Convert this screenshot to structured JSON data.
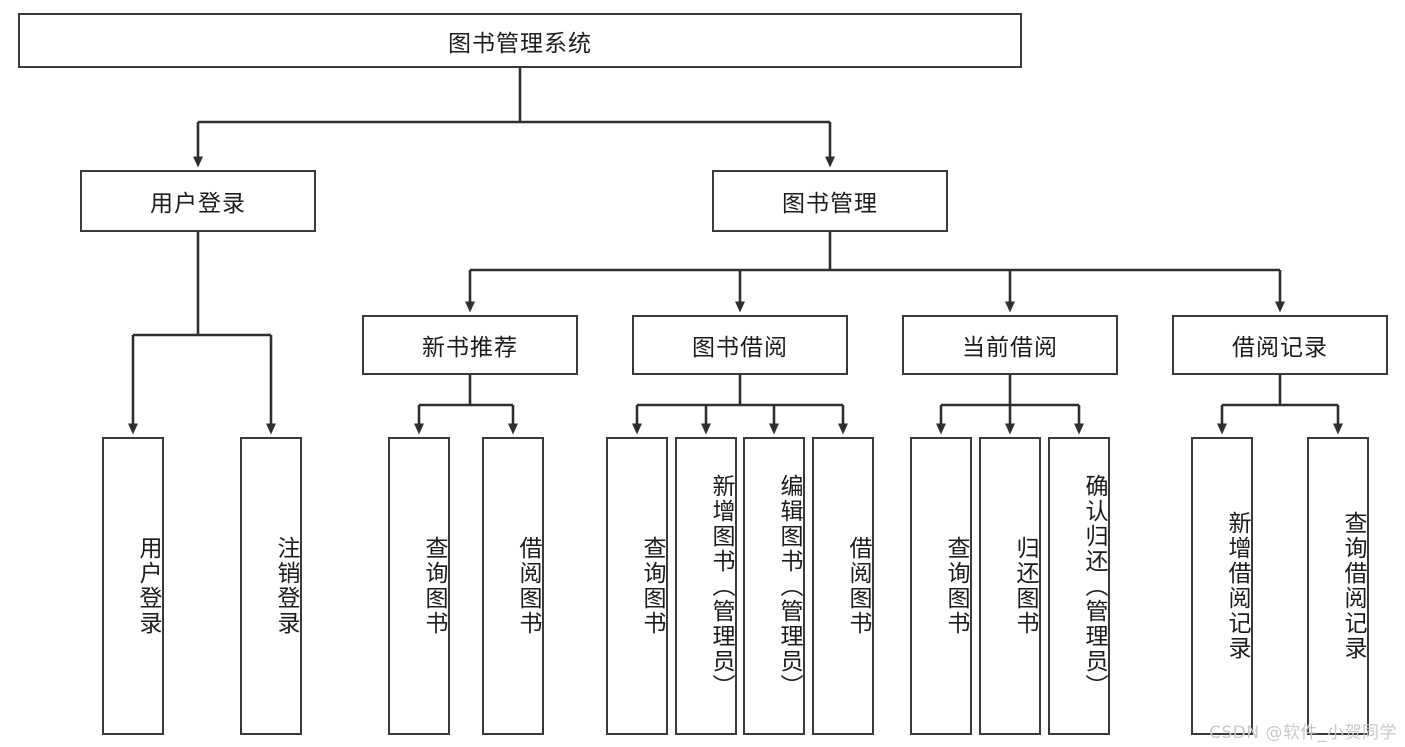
{
  "diagram": {
    "type": "tree-hierarchy-chart",
    "title": "图书管理系统",
    "stroke_color": "#3a3a3a",
    "fill_color": "#ffffff",
    "text_color": "#1c1c1c",
    "root": {
      "label": "图书管理系统"
    },
    "level2": [
      {
        "id": "user-login",
        "label": "用户登录"
      },
      {
        "id": "book-manage",
        "label": "图书管理"
      }
    ],
    "level3": [
      {
        "id": "new-book-recommend",
        "label": "新书推荐"
      },
      {
        "id": "book-borrow",
        "label": "图书借阅"
      },
      {
        "id": "current-borrow",
        "label": "当前借阅"
      },
      {
        "id": "borrow-record",
        "label": "借阅记录"
      }
    ],
    "leaves": {
      "user_login": [
        {
          "id": "leaf-user-login",
          "label": "用户登录"
        },
        {
          "id": "leaf-logout-login",
          "label": "注销登录"
        }
      ],
      "new_book_recommend": [
        {
          "id": "leaf-query-book-1",
          "label": "查询图书"
        },
        {
          "id": "leaf-borrow-book-1",
          "label": "借阅图书"
        }
      ],
      "book_borrow": [
        {
          "id": "leaf-query-book-2",
          "label": "查询图书"
        },
        {
          "id": "leaf-add-book",
          "label": "新增图书（管理员）"
        },
        {
          "id": "leaf-edit-book",
          "label": "编辑图书（管理员）"
        },
        {
          "id": "leaf-borrow-book-2",
          "label": "借阅图书"
        }
      ],
      "current_borrow": [
        {
          "id": "leaf-query-book-3",
          "label": "查询图书"
        },
        {
          "id": "leaf-return-book",
          "label": "归还图书"
        },
        {
          "id": "leaf-confirm-return",
          "label": "确认归还（管理员）"
        }
      ],
      "borrow_record": [
        {
          "id": "leaf-add-record",
          "label": "新增借阅记录"
        },
        {
          "id": "leaf-query-record",
          "label": "查询借阅记录"
        }
      ]
    }
  },
  "watermark": {
    "text": "CSDN @软件_小贺同学"
  }
}
